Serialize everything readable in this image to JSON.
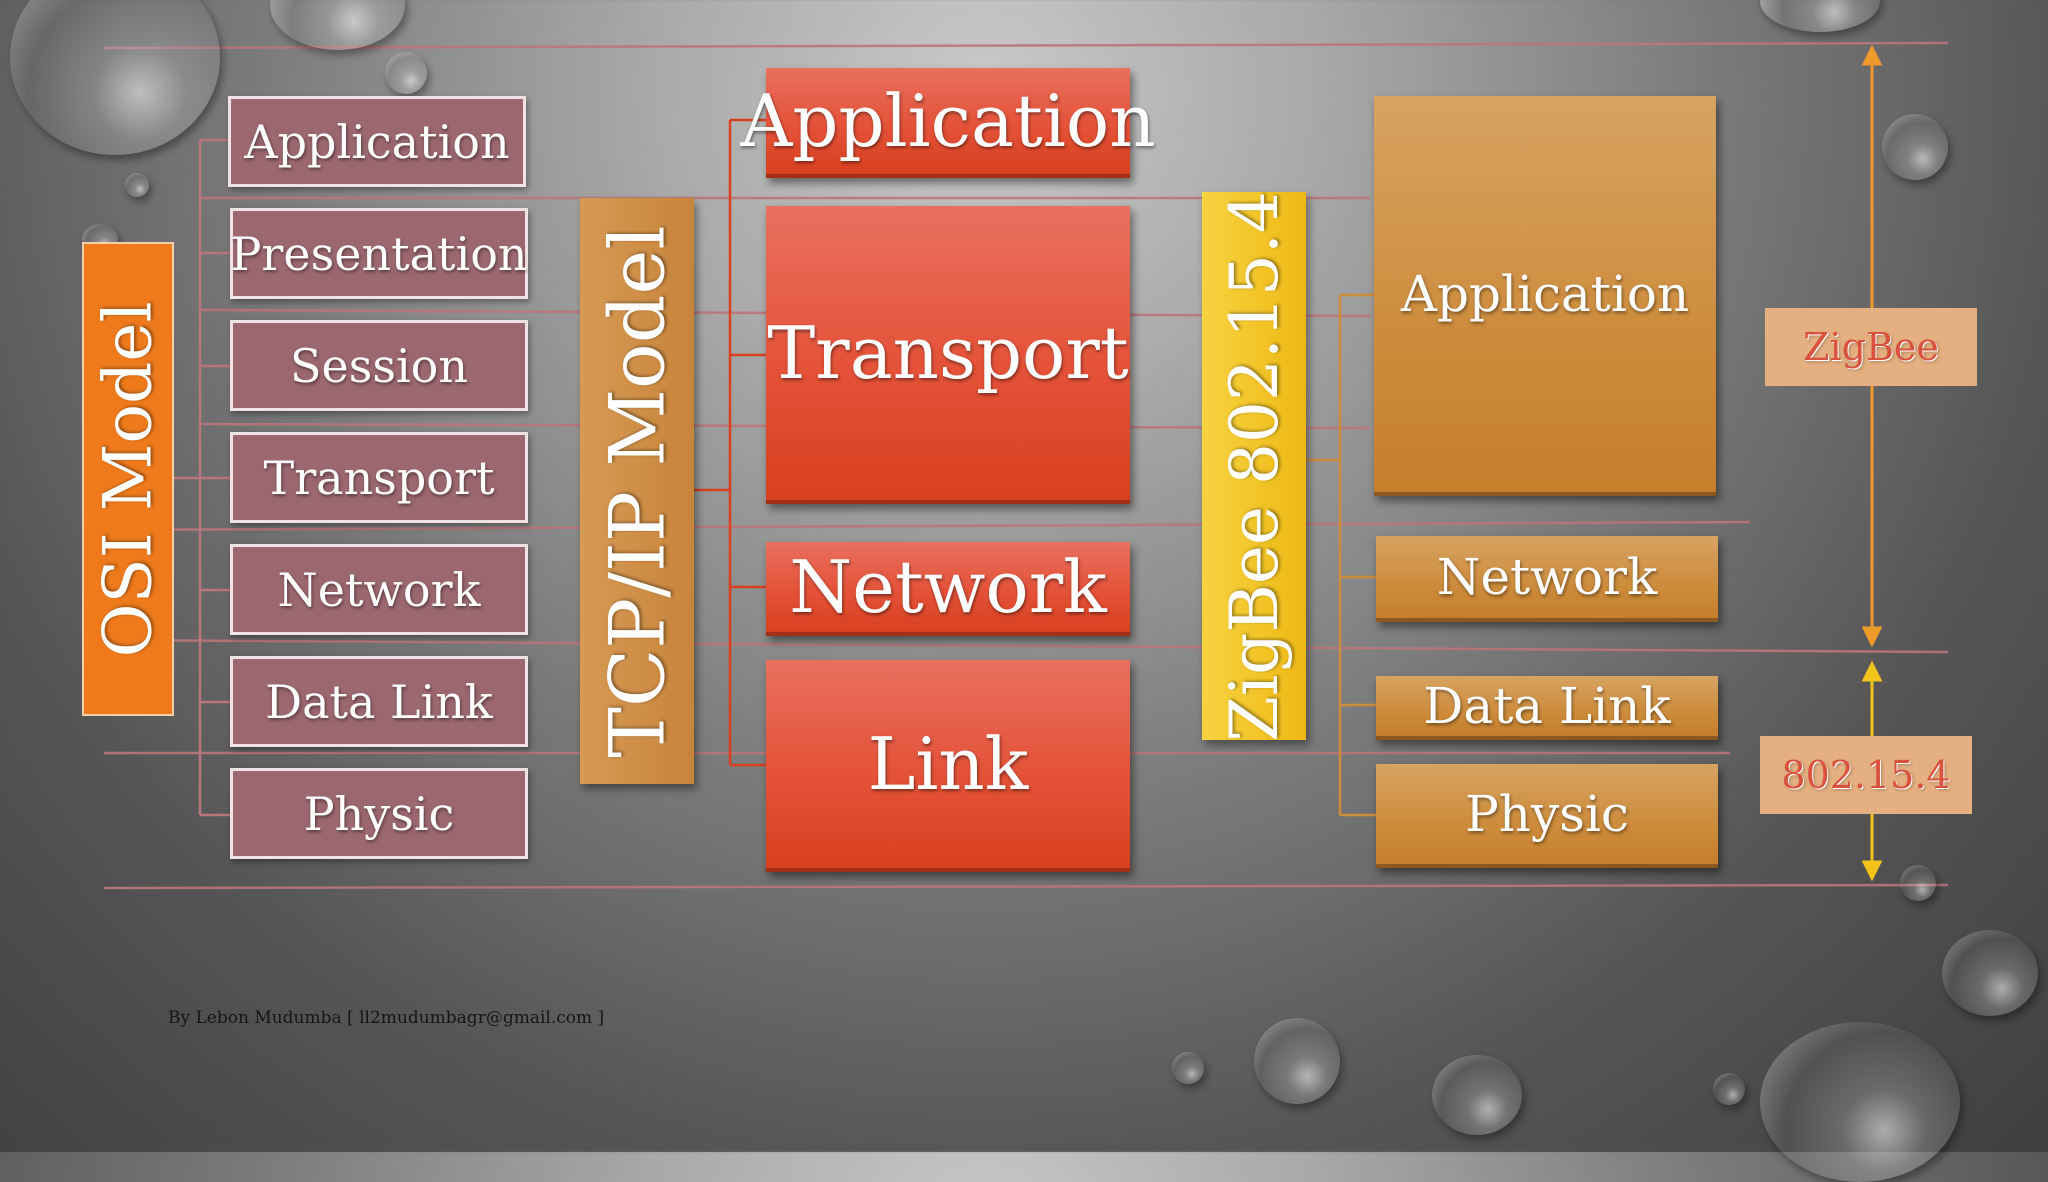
{
  "osi": {
    "title": "OSI Model",
    "layers": [
      "Application",
      "Presentation",
      "Session",
      "Transport",
      "Network",
      "Data Link",
      "Physic"
    ]
  },
  "tcpip": {
    "title": "TCP/IP Model",
    "layers": [
      "Application",
      "Transport",
      "Network",
      "Link"
    ]
  },
  "zigbee": {
    "title": "ZigBee 802.15.4",
    "layers": [
      "Application",
      "Network",
      "Data Link",
      "Physic"
    ],
    "tags": [
      "ZigBee",
      "802.15.4"
    ]
  },
  "credit": "By Lebon Mudumba [ ll2mudumbagr@gmail.com ]",
  "colors": {
    "osi_title": "#ee7a1c",
    "osi_box": "#9c6870",
    "tcp_title": "#cd8c40",
    "tcp_box": "#e04d32",
    "zigbee_title": "#f2c41a",
    "zigbee_box": "#cd8c3c",
    "tag_bg": "#e4b081",
    "tag_text": "#d9503c",
    "arrow_zigbee": "#ee9a2a",
    "arrow_802": "#f2c41a"
  }
}
